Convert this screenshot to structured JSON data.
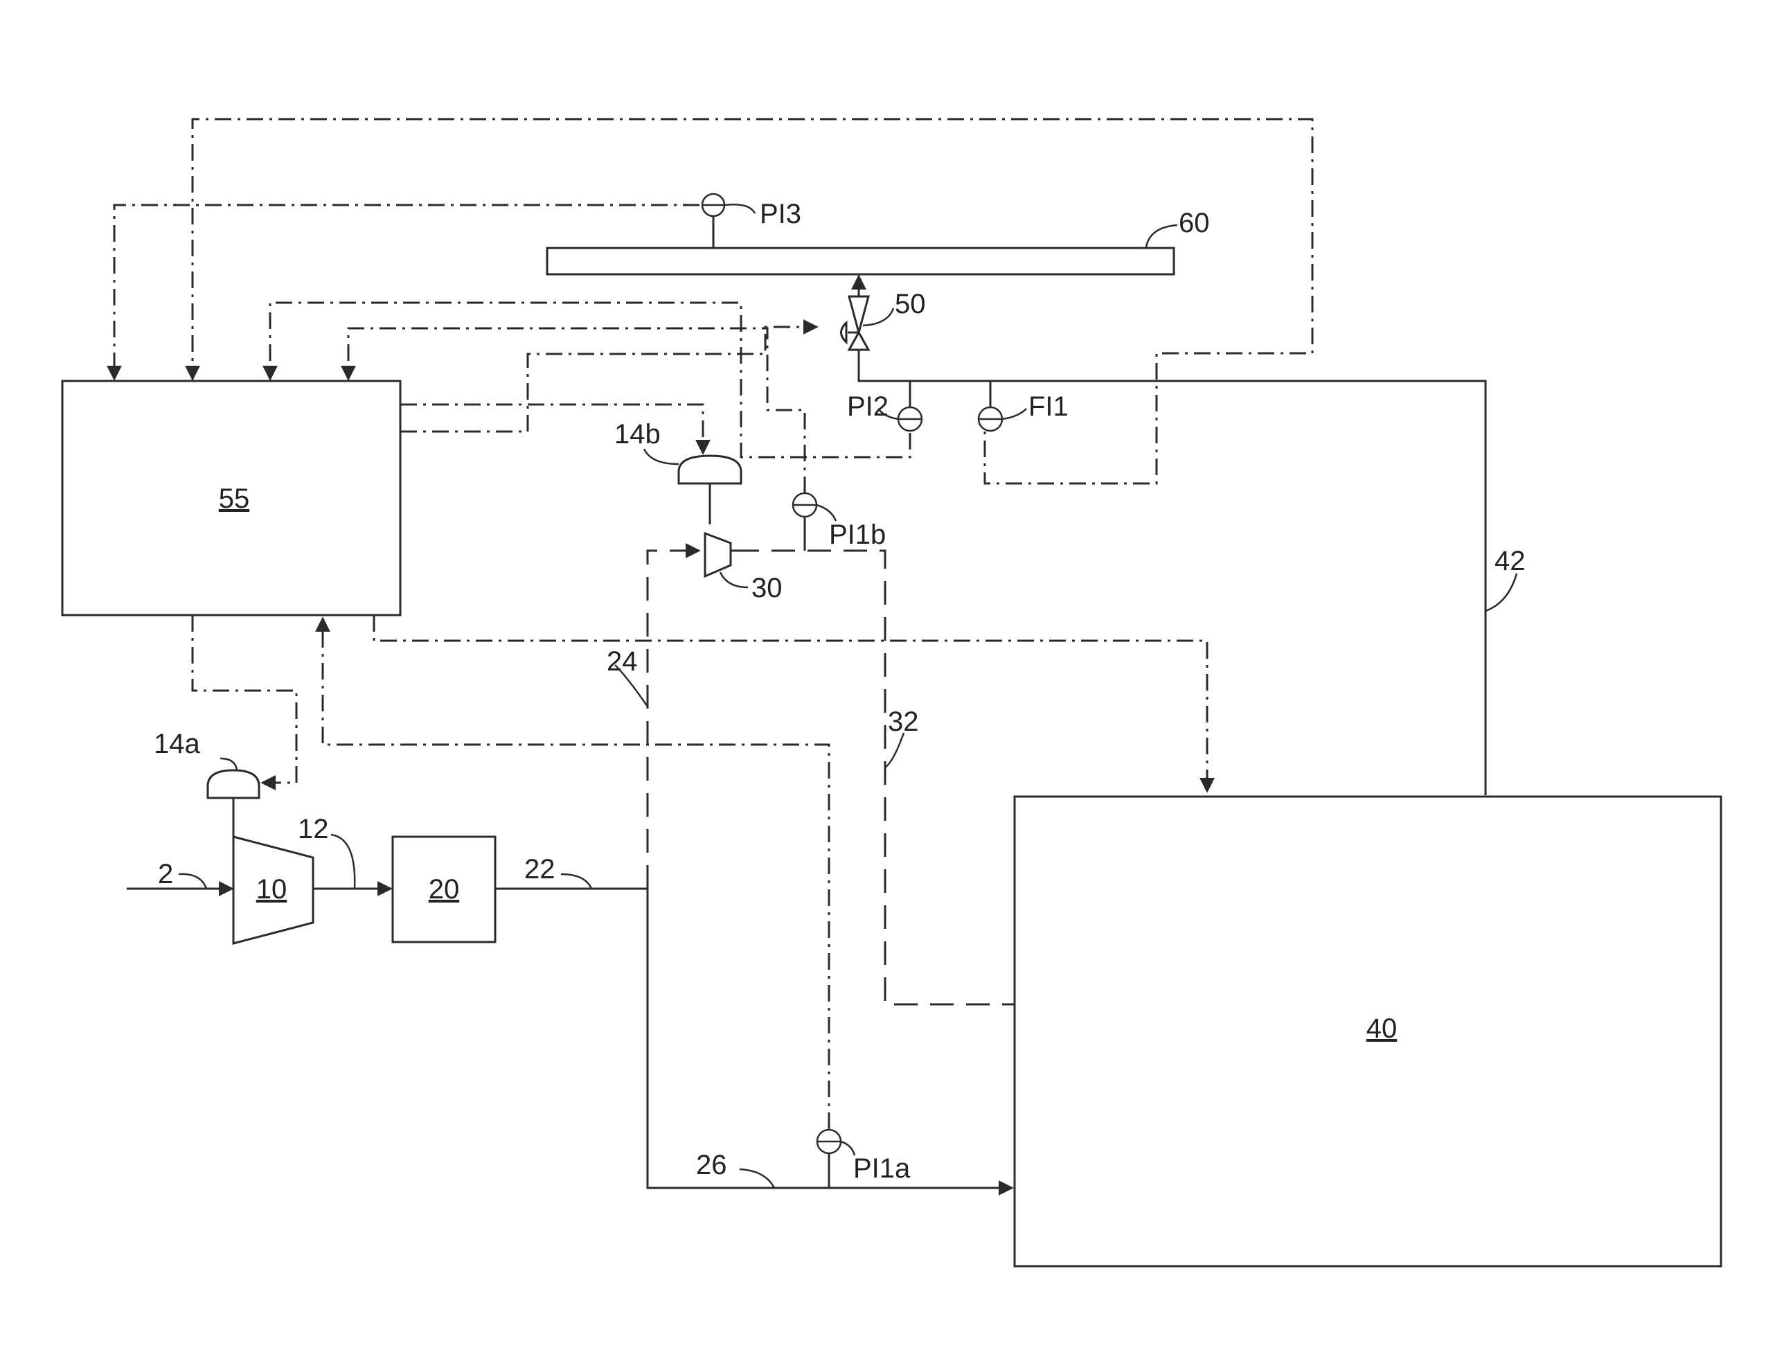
{
  "labels": {
    "controller": "55",
    "compressor_main": "10",
    "unit_20": "20",
    "unit_40": "40",
    "manifold": "60",
    "valve": "50",
    "expander": "30",
    "actuator_a": "14a",
    "actuator_b": "14b",
    "stream_2": "2",
    "stream_12": "12",
    "stream_22": "22",
    "stream_24": "24",
    "stream_26": "26",
    "stream_32": "32",
    "stream_42": "42",
    "pi1a": "PI1a",
    "pi1b": "PI1b",
    "pi2": "PI2",
    "pi3": "PI3",
    "fi1": "FI1"
  }
}
